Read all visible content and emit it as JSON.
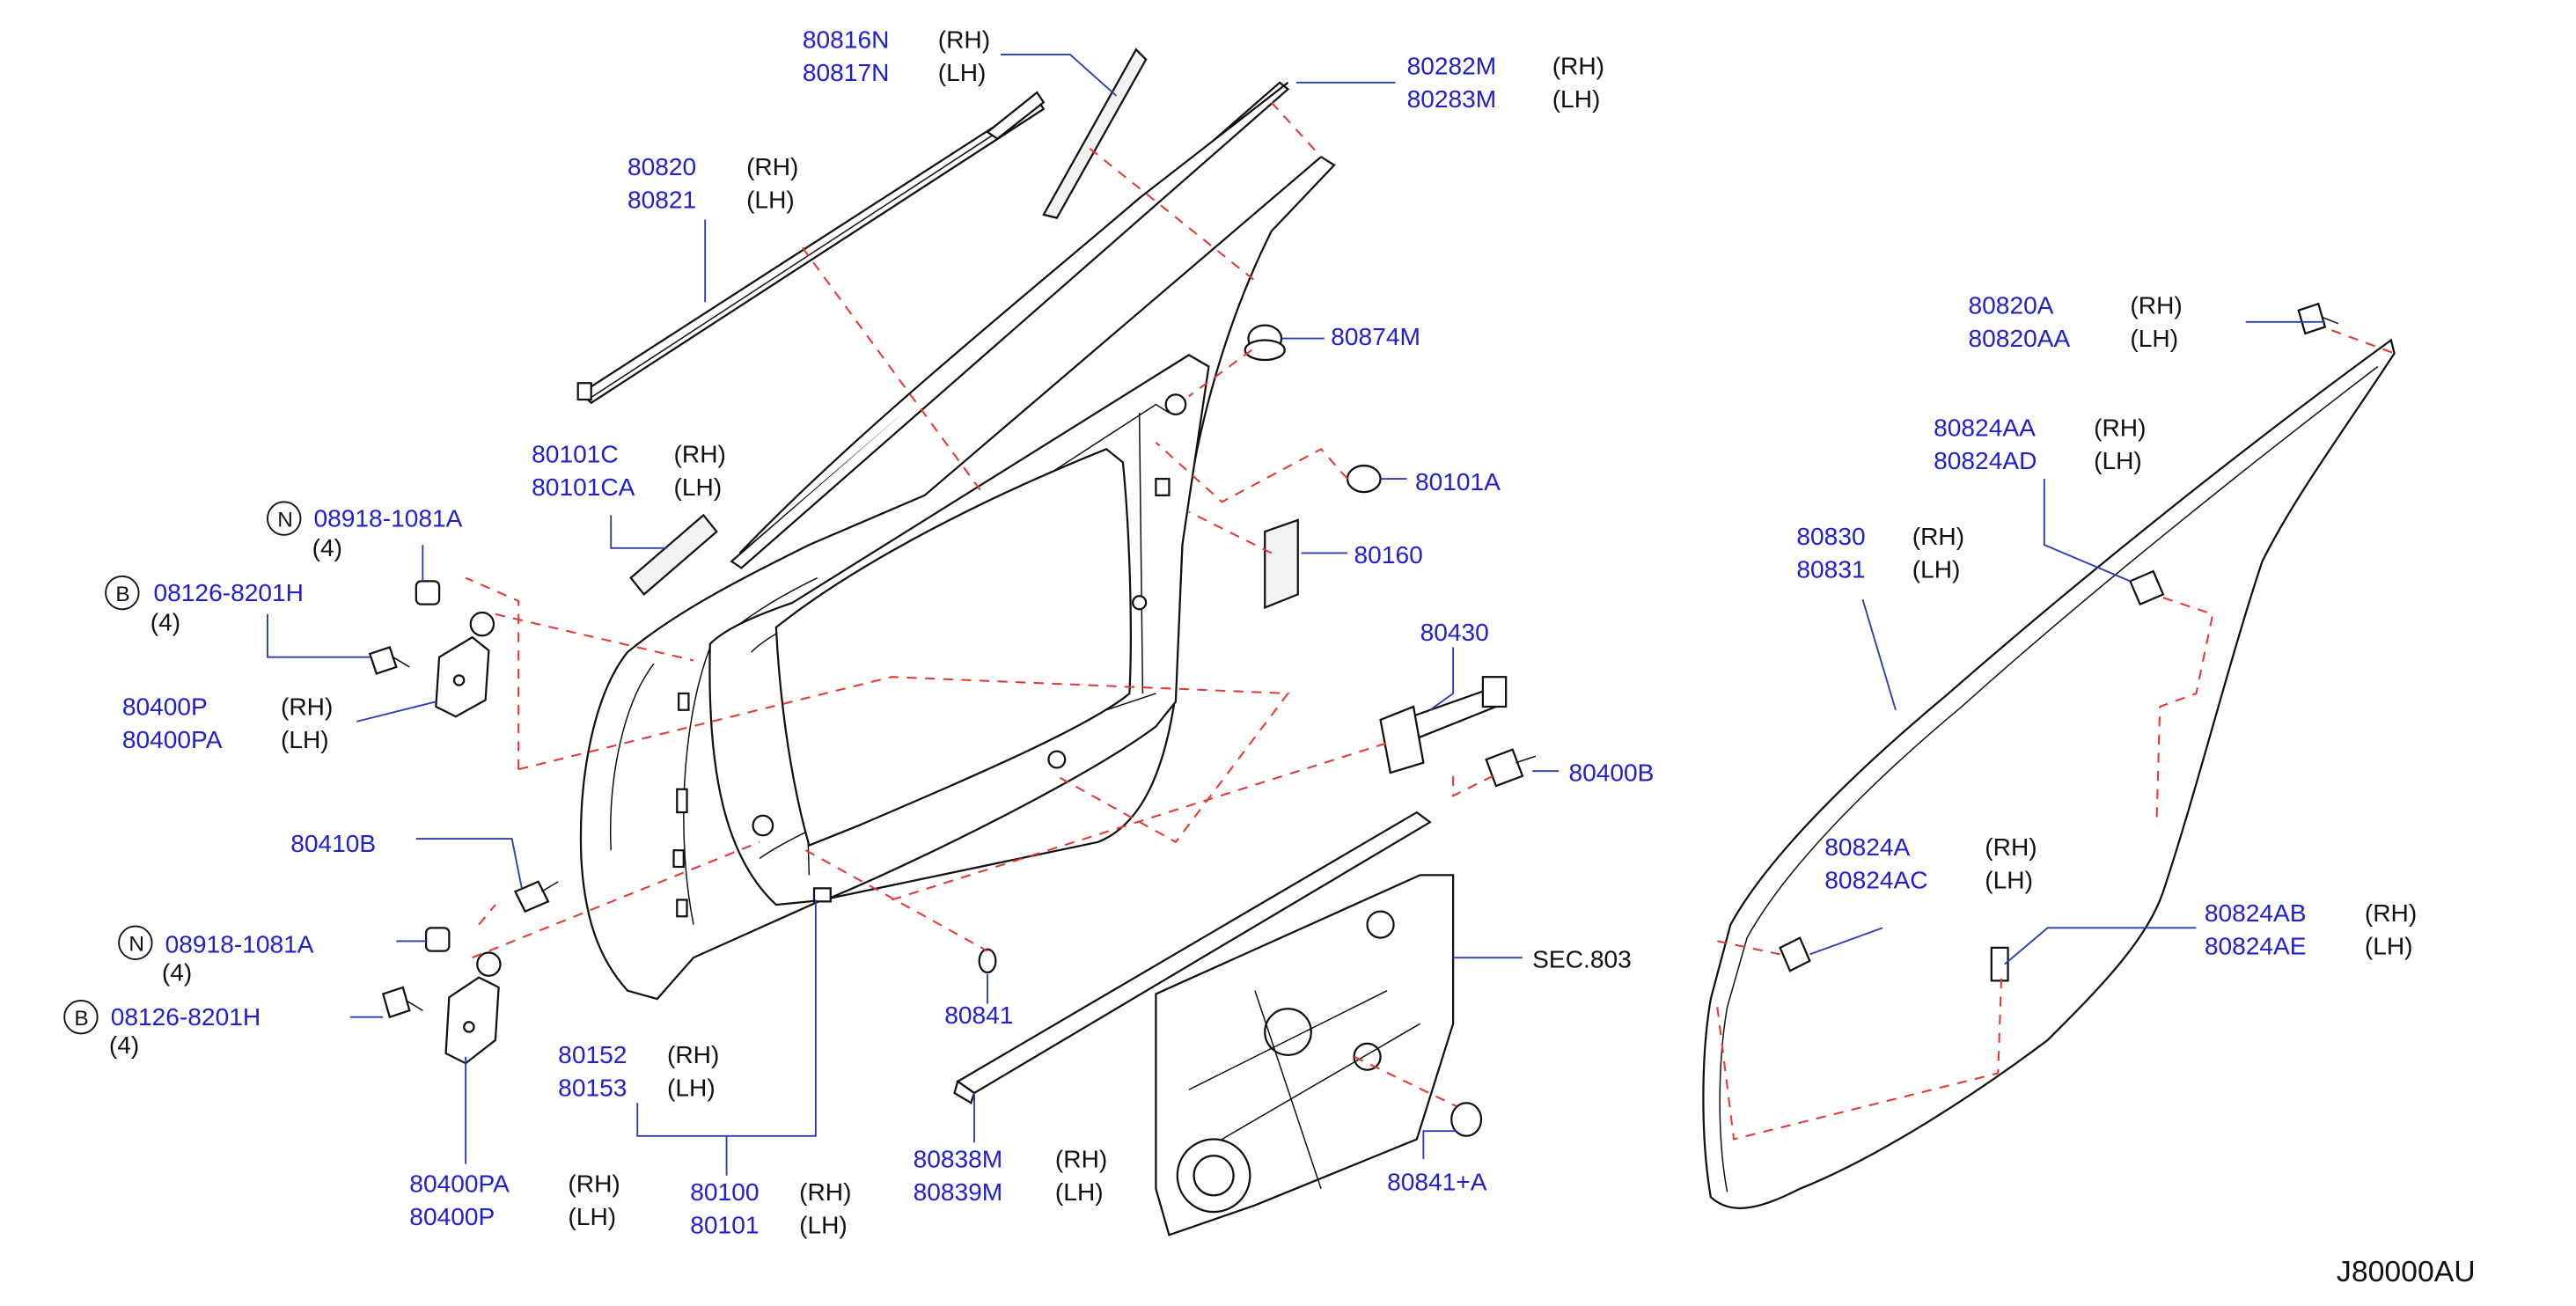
{
  "diagram": {
    "reference_code": "J80000AU",
    "colors": {
      "part_number": "#1f1fd0",
      "side_label": "#111111",
      "leader": "#2a3fb0",
      "dashed_link": "#e53935"
    },
    "callouts": [
      {
        "id": "c1",
        "numbers": [
          "80816N",
          "80817N"
        ],
        "sides": [
          "(RH)",
          "(LH)"
        ]
      },
      {
        "id": "c2",
        "numbers": [
          "80282M",
          "80283M"
        ],
        "sides": [
          "(RH)",
          "(LH)"
        ]
      },
      {
        "id": "c3",
        "numbers": [
          "80820",
          "80821"
        ],
        "sides": [
          "(RH)",
          "(LH)"
        ]
      },
      {
        "id": "c4",
        "numbers": [
          "80874M"
        ],
        "sides": []
      },
      {
        "id": "c5",
        "numbers": [
          "80101C",
          "80101CA"
        ],
        "sides": [
          "(RH)",
          "(LH)"
        ]
      },
      {
        "id": "c6",
        "numbers": [
          "80101A"
        ],
        "sides": []
      },
      {
        "id": "c7",
        "numbers": [
          "80160"
        ],
        "sides": []
      },
      {
        "id": "c8",
        "circle": "N",
        "numbers": [
          "08918-1081A"
        ],
        "qty": "(4)"
      },
      {
        "id": "c9",
        "circle": "B",
        "numbers": [
          "08126-8201H"
        ],
        "qty": "(4)"
      },
      {
        "id": "c10",
        "numbers": [
          "80400P",
          "80400PA"
        ],
        "sides": [
          "(RH)",
          "(LH)"
        ]
      },
      {
        "id": "c11",
        "numbers": [
          "80430"
        ],
        "sides": []
      },
      {
        "id": "c12",
        "numbers": [
          "80400B"
        ],
        "sides": []
      },
      {
        "id": "c13",
        "numbers": [
          "80410B"
        ],
        "sides": []
      },
      {
        "id": "c14",
        "circle": "N",
        "numbers": [
          "08918-1081A"
        ],
        "qty": "(4)"
      },
      {
        "id": "c15",
        "circle": "B",
        "numbers": [
          "08126-8201H"
        ],
        "qty": "(4)"
      },
      {
        "id": "c16",
        "numbers": [
          "80841"
        ],
        "sides": []
      },
      {
        "id": "c17",
        "numbers": [
          "SEC.803"
        ],
        "sides": []
      },
      {
        "id": "c18",
        "numbers": [
          "80152",
          "80153"
        ],
        "sides": [
          "(RH)",
          "(LH)"
        ]
      },
      {
        "id": "c19",
        "numbers": [
          "80838M",
          "80839M"
        ],
        "sides": [
          "(RH)",
          "(LH)"
        ]
      },
      {
        "id": "c20",
        "numbers": [
          "80841+A"
        ],
        "sides": []
      },
      {
        "id": "c21",
        "numbers": [
          "80400PA",
          "80400P"
        ],
        "sides": [
          "(RH)",
          "(LH)"
        ]
      },
      {
        "id": "c22",
        "numbers": [
          "80100",
          "80101"
        ],
        "sides": [
          "(RH)",
          "(LH)"
        ]
      },
      {
        "id": "c23",
        "numbers": [
          "80820A",
          "80820AA"
        ],
        "sides": [
          "(RH)",
          "(LH)"
        ]
      },
      {
        "id": "c24",
        "numbers": [
          "80824AA",
          "80824AD"
        ],
        "sides": [
          "(RH)",
          "(LH)"
        ]
      },
      {
        "id": "c25",
        "numbers": [
          "80830",
          "80831"
        ],
        "sides": [
          "(RH)",
          "(LH)"
        ]
      },
      {
        "id": "c26",
        "numbers": [
          "80824A",
          "80824AC"
        ],
        "sides": [
          "(RH)",
          "(LH)"
        ]
      },
      {
        "id": "c27",
        "numbers": [
          "80824AB",
          "80824AE"
        ],
        "sides": [
          "(RH)",
          "(LH)"
        ]
      }
    ]
  }
}
